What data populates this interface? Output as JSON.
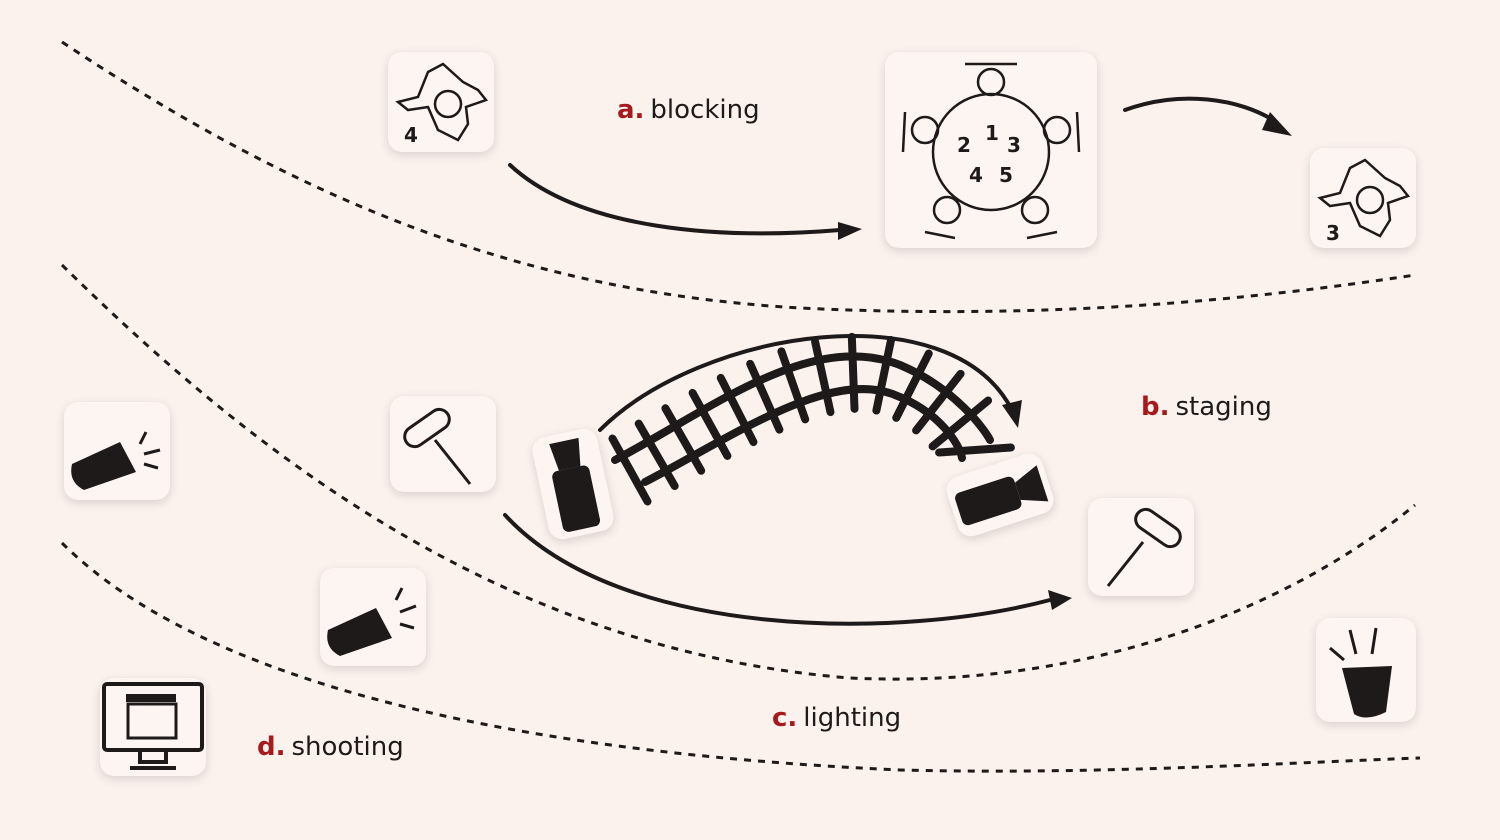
{
  "colors": {
    "background": "#fbf2ee",
    "accent": "#a8191e",
    "ink": "#1e1a1a"
  },
  "stages": [
    {
      "letter": "a.",
      "name": "blocking"
    },
    {
      "letter": "b.",
      "name": "staging"
    },
    {
      "letter": "c.",
      "name": "lighting"
    },
    {
      "letter": "d.",
      "name": "shooting"
    }
  ],
  "blocking": {
    "actor_left": "4",
    "actor_right": "3",
    "table_seats": [
      "1",
      "2",
      "3",
      "4",
      "5"
    ]
  },
  "icons": [
    "person-topview-icon",
    "round-table-icon",
    "camera-icon",
    "dolly-track-icon",
    "boom-mic-icon",
    "spotlight-icon",
    "monitor-clapperboard-icon"
  ]
}
